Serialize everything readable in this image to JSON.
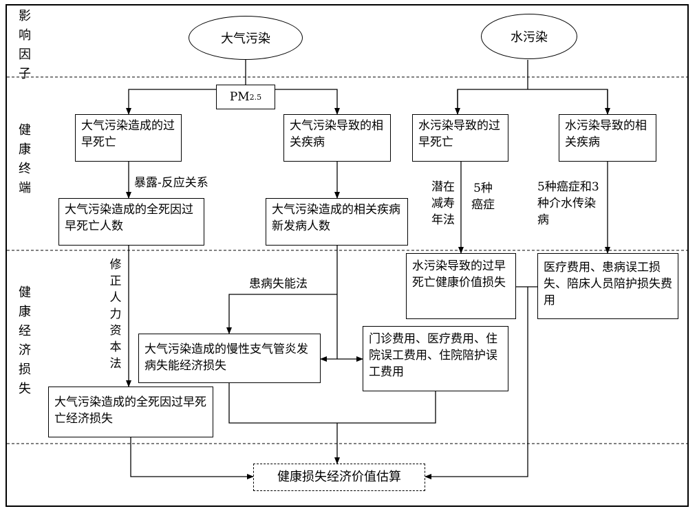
{
  "rows": {
    "factors": "影响因子",
    "health_endpoints": "健康终端",
    "economic_loss": "健康经济损失"
  },
  "nodes": {
    "air_pollution": "大气污染",
    "water_pollution": "水污染",
    "pm_base": "PM",
    "pm_sub": "2.5",
    "air_premature_death": "大气污染造成的过早死亡",
    "air_related_disease": "大气污染导致的相关疾病",
    "water_premature_death": "水污染导致的过早死亡",
    "water_related_disease": "水污染导致的相关疾病",
    "air_total_deaths": "大气污染造成的全死因过早死亡人数",
    "air_new_cases": "大气污染造成的相关疾病新发病人数",
    "water_death_value_loss": "水污染导致的过早死亡健康价值损失",
    "medical_costs_water": "医疗费用、患病误工损失、陪床人员陪护损失费用",
    "air_bronchitis_loss": "大气污染造成的慢性支气管炎发病失能经济损失",
    "outpatient_costs": "门诊费用、医疗费用、住院误工费用、住院陪护误工费用",
    "air_death_econ_loss": "大气污染造成的全死因过早死亡经济损失",
    "health_loss_valuation": "健康损失经济价值估算"
  },
  "edge_labels": {
    "exposure_response": "暴露-反应关系",
    "life_reduction": "潜在减寿年法",
    "five_cancers": "5种癌症",
    "cancers_and_diseases": "5种癌症和3种介水传染病",
    "disability_method": "患病失能法",
    "human_capital": "修正人力资本法"
  }
}
